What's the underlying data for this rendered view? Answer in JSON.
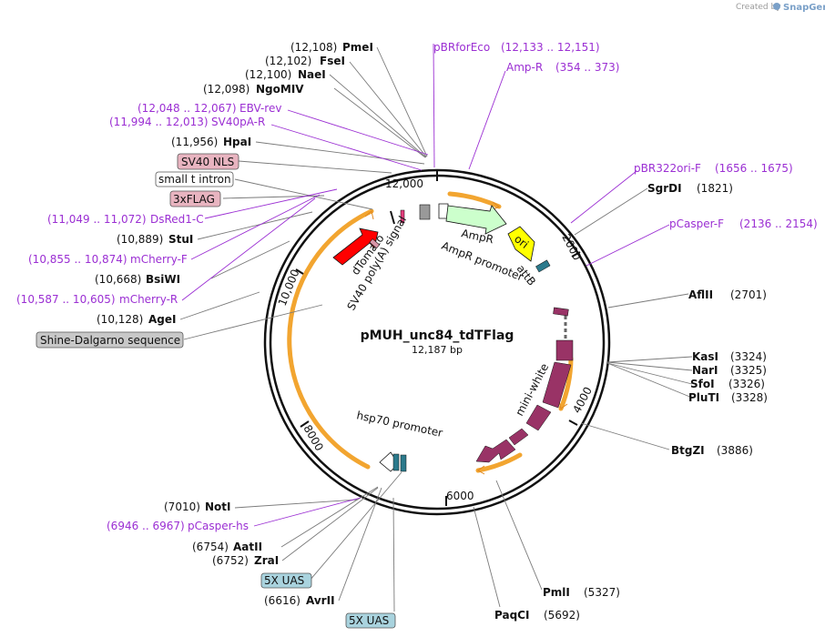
{
  "credit": {
    "prefix": "Created by",
    "app": "SnapGene"
  },
  "plasmid": {
    "name": "pMUH_unc84_tdTFlag",
    "length": "12,187 bp"
  },
  "ticks": [
    "12,000",
    "2000",
    "4000",
    "6000",
    "8000",
    "10,000"
  ],
  "features": {
    "dTomato": "dTomato",
    "sv40_polya": "SV40 poly(A) signal",
    "ampr": "AmpR",
    "ampr_promoter": "AmpR promoter",
    "ori": "ori",
    "attb": "attB",
    "mini_white": "mini-white",
    "hsp70": "hsp70 promoter"
  },
  "left_labels": [
    {
      "pos": "(12,108)",
      "name": "PmeI"
    },
    {
      "pos": "(12,102)",
      "name": "FseI"
    },
    {
      "pos": "(12,100)",
      "name": "NaeI"
    },
    {
      "pos": "(12,098)",
      "name": "NgoMIV"
    },
    {
      "pos": "(12,048 .. 12,067)",
      "name": "EBV-rev",
      "primer": true
    },
    {
      "pos": "(11,994 .. 12,013)",
      "name": "SV40pA-R",
      "primer": true
    },
    {
      "pos": "(11,956)",
      "name": "HpaI"
    },
    {
      "box": "SV40 NLS",
      "style": "pink"
    },
    {
      "box": "small t intron",
      "style": "white"
    },
    {
      "box": "3xFLAG",
      "style": "pink"
    },
    {
      "pos": "(11,049 .. 11,072)",
      "name": "DsRed1-C",
      "primer": true
    },
    {
      "pos": "(10,889)",
      "name": "StuI"
    },
    {
      "pos": "(10,855 .. 10,874)",
      "name": "mCherry-F",
      "primer": true
    },
    {
      "pos": "(10,668)",
      "name": "BsiWI"
    },
    {
      "pos": "(10,587 .. 10,605)",
      "name": "mCherry-R",
      "primer": true
    },
    {
      "pos": "(10,128)",
      "name": "AgeI"
    },
    {
      "box": "Shine-Dalgarno sequence",
      "style": "gray"
    }
  ],
  "top_labels": [
    {
      "name": "pBRforEco",
      "pos": "(12,133 .. 12,151)"
    },
    {
      "name": "Amp-R",
      "pos": "(354 .. 373)"
    }
  ],
  "right_labels": [
    {
      "name": "pBR322ori-F",
      "pos": "(1656 .. 1675)",
      "primer": true
    },
    {
      "name": "SgrDI",
      "pos": "(1821)"
    },
    {
      "name": "pCasper-F",
      "pos": "(2136 .. 2154)",
      "primer": true
    },
    {
      "name": "AflII",
      "pos": "(2701)"
    },
    {
      "name": "KasI",
      "pos": "(3324)"
    },
    {
      "name": "NarI",
      "pos": "(3325)"
    },
    {
      "name": "SfoI",
      "pos": "(3326)"
    },
    {
      "name": "PluTI",
      "pos": "(3328)"
    },
    {
      "name": "BtgZI",
      "pos": "(3886)"
    }
  ],
  "bottom_labels": [
    {
      "pos": "(7010)",
      "name": "NotI"
    },
    {
      "pos": "(6946 .. 6967)",
      "name": "pCasper-hs",
      "primer": true
    },
    {
      "pos": "(6754)",
      "name": "AatII"
    },
    {
      "pos": "(6752)",
      "name": "ZraI"
    },
    {
      "box": "5X UAS",
      "style": "teal"
    },
    {
      "pos": "(6616)",
      "name": "AvrII"
    },
    {
      "box": "5X UAS",
      "style": "teal"
    },
    {
      "name": "PmlI",
      "pos": "(5327)"
    },
    {
      "name": "PaqCI",
      "pos": "(5692)"
    }
  ],
  "colors": {
    "primer": "#9b2fd3",
    "line": "#7a7a7a",
    "orf": "#f2a530",
    "dtomato": "#ff0000",
    "ampr": "#ccffcc",
    "ori": "#ffff00",
    "attb": "#2c7a8c",
    "minwhite": "#993366",
    "pink_box": "#e8b4c0",
    "teal_box": "#a9d3de",
    "gray_box": "#c8c8c8"
  }
}
